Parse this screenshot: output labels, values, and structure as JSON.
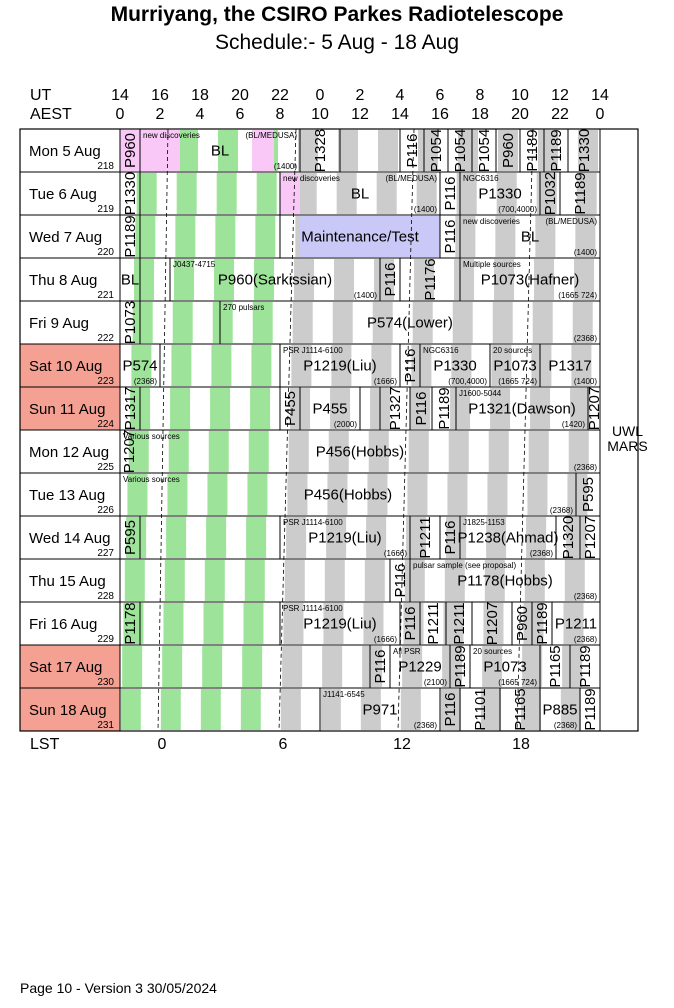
{
  "title": "Murriyang, the CSIRO Parkes Radiotelescope",
  "subtitle": "Schedule:- 5  Aug - 18 Aug",
  "axis": {
    "ut_label": "UT",
    "aest_label": "AEST",
    "lst_label": "LST",
    "ut_ticks": [
      "14",
      "16",
      "18",
      "20",
      "22",
      "0",
      "2",
      "4",
      "6",
      "8",
      "10",
      "12",
      "14"
    ],
    "aest_ticks": [
      "0",
      "2",
      "4",
      "6",
      "8",
      "10",
      "12",
      "14",
      "16",
      "18",
      "20",
      "22",
      "0"
    ],
    "lst_ticks": [
      "0",
      "6",
      "12",
      "18"
    ]
  },
  "side_note": {
    "line1": "UWL",
    "line2": "MARS"
  },
  "footer": "Page 10 - Version 3  30/05/2024",
  "colors": {
    "weekend": "#f4a092",
    "green": "#9ee39a",
    "grey": "#cccccc",
    "pink": "#f9c8f7",
    "lavender": "#c9c8f7"
  },
  "days": [
    {
      "label": "Mon  5  Aug",
      "doy": "218",
      "weekend": false,
      "grey": [
        3.2,
        5.2,
        12,
        13.4,
        15.4,
        17.4,
        19.4,
        21.4,
        23.4
      ],
      "green": [],
      "pink": [
        [
          0,
          3
        ],
        [
          6.6,
          7.7
        ]
      ],
      "lav": [],
      "blocks": [
        {
          "s": 0,
          "e": 1,
          "text": "P960",
          "v": true
        },
        {
          "s": 1,
          "e": 9,
          "text": "BL",
          "note": "new discoveries",
          "note2": "(BL/MEDUSA)",
          "code": "(1400)"
        },
        {
          "s": 9,
          "e": 11,
          "text": "P1328",
          "v": true
        },
        {
          "s": 11,
          "e": 14,
          "text": ""
        },
        {
          "s": 14,
          "e": 15.2,
          "text": "P116",
          "v": true
        },
        {
          "s": 15.2,
          "e": 16.4,
          "text": "P1054",
          "v": true
        },
        {
          "s": 16.4,
          "e": 17.6,
          "text": "P1054",
          "v": true
        },
        {
          "s": 17.6,
          "e": 18.8,
          "text": "P1054",
          "v": true
        },
        {
          "s": 18.8,
          "e": 20,
          "text": "P960",
          "v": true
        },
        {
          "s": 20,
          "e": 21.2,
          "text": "P1189",
          "v": true
        },
        {
          "s": 21.2,
          "e": 22.4,
          "text": "P1189",
          "v": true
        },
        {
          "s": 22.4,
          "e": 24,
          "text": "P1330",
          "v": true
        }
      ]
    },
    {
      "label": "Tue  6  Aug",
      "doy": "219",
      "weekend": false,
      "grey": [
        15.6,
        17.6,
        19.6,
        21.6,
        23.6
      ],
      "green": [],
      "pink": [
        [
          8,
          9
        ]
      ],
      "lav": [],
      "blocks": [
        {
          "s": 0,
          "e": 1,
          "text": "P1330",
          "v": true
        },
        {
          "s": 1,
          "e": 8,
          "text": ""
        },
        {
          "s": 8,
          "e": 16,
          "text": "BL",
          "note": "new discoveries",
          "note2": "(BL/MEDUSA)",
          "code": "(1400)"
        },
        {
          "s": 16,
          "e": 17,
          "text": "P116",
          "v": true
        },
        {
          "s": 17,
          "e": 21,
          "text": "P1330",
          "note": "NGC6316",
          "code": "(700,4000)"
        },
        {
          "s": 21,
          "e": 22,
          "text": "P1032",
          "v": true
        },
        {
          "s": 22,
          "e": 24,
          "text": "P1189",
          "v": true
        }
      ]
    },
    {
      "label": "Wed  7  Aug",
      "doy": "220",
      "weekend": false,
      "grey": [],
      "green": [],
      "pink": [],
      "lav": [
        [
          9,
          16
        ]
      ],
      "blocks": [
        {
          "s": 0,
          "e": 1,
          "text": "P1189",
          "v": true
        },
        {
          "s": 1,
          "e": 8,
          "text": ""
        },
        {
          "s": 8,
          "e": 16,
          "text": "Maintenance/Test"
        },
        {
          "s": 16,
          "e": 17,
          "text": "P116",
          "v": true
        },
        {
          "s": 17,
          "e": 24,
          "text": "BL",
          "note": "new discoveries",
          "note2": "(BL/MEDUSA)",
          "code": "(1400)"
        }
      ]
    },
    {
      "label": "Thu  8  Aug",
      "doy": "221",
      "weekend": false,
      "grey": [],
      "green": [],
      "pink": [],
      "lav": [],
      "blocks": [
        {
          "s": 0,
          "e": 1,
          "text": "BL"
        },
        {
          "s": 1,
          "e": 2.5,
          "text": ""
        },
        {
          "s": 2.5,
          "e": 13,
          "text": "P960(Sarkissian)",
          "note": "J0437-4715",
          "code": "(1400)"
        },
        {
          "s": 13,
          "e": 14,
          "text": "P116",
          "v": true
        },
        {
          "s": 14,
          "e": 17,
          "text": "P1176",
          "v": true
        },
        {
          "s": 17,
          "e": 24,
          "text": "P1073(Hafner)",
          "note": "Multiple sources",
          "code": "(1665 724)"
        }
      ]
    },
    {
      "label": "Fri   9  Aug",
      "doy": "222",
      "weekend": false,
      "grey": [],
      "green": [],
      "pink": [],
      "lav": [],
      "blocks": [
        {
          "s": 0,
          "e": 1,
          "text": "P1073",
          "v": true
        },
        {
          "s": 1,
          "e": 5,
          "text": ""
        },
        {
          "s": 5,
          "e": 24,
          "text": "P574(Lower)",
          "note": "270 pulsars",
          "code": "(2368)"
        }
      ]
    },
    {
      "label": "Sat  10 Aug",
      "doy": "223",
      "weekend": true,
      "grey": [],
      "green": [],
      "pink": [],
      "lav": [],
      "blocks": [
        {
          "s": 0,
          "e": 2,
          "text": "P574",
          "code": "(2368)"
        },
        {
          "s": 2,
          "e": 8,
          "text": ""
        },
        {
          "s": 8,
          "e": 14,
          "text": "P1219(Liu)",
          "note": "PSR J1114-6100",
          "code": "(1666)"
        },
        {
          "s": 14,
          "e": 15,
          "text": "P116",
          "v": true
        },
        {
          "s": 15,
          "e": 18.5,
          "text": "P1330",
          "note": "NGC6316",
          "code": "(700,4000)"
        },
        {
          "s": 18.5,
          "e": 21,
          "text": "P1073",
          "note": "20 sources",
          "code": "(1665 724)"
        },
        {
          "s": 21,
          "e": 24,
          "text": "P1317",
          "code": "(1400)"
        }
      ]
    },
    {
      "label": "Sun  11 Aug",
      "doy": "224",
      "weekend": true,
      "grey": [],
      "green": [],
      "pink": [],
      "lav": [],
      "blocks": [
        {
          "s": 0,
          "e": 1,
          "text": "P1317",
          "v": true
        },
        {
          "s": 1,
          "e": 8,
          "text": ""
        },
        {
          "s": 8,
          "e": 9,
          "text": "P455",
          "v": true
        },
        {
          "s": 9,
          "e": 12,
          "text": "P455",
          "code": "(2000)"
        },
        {
          "s": 12,
          "e": 13,
          "text": ""
        },
        {
          "s": 13,
          "e": 14.5,
          "text": "P1327",
          "v": true
        },
        {
          "s": 14.5,
          "e": 15.6,
          "text": "P116",
          "v": true
        },
        {
          "s": 15.6,
          "e": 16.8,
          "text": "P1189",
          "v": true
        },
        {
          "s": 16.8,
          "e": 23.4,
          "text": "P1321(Dawson)",
          "note": "J1600-5044",
          "code": "(1420)"
        },
        {
          "s": 23.4,
          "e": 24,
          "text": "P1207",
          "v": true
        }
      ]
    },
    {
      "label": "Mon  12 Aug",
      "doy": "225",
      "weekend": false,
      "grey": [],
      "green": [],
      "pink": [],
      "lav": [],
      "blocks": [
        {
          "s": 0,
          "e": 24,
          "text": "P456(Hobbs)",
          "note": "Various sources",
          "code": "(2368)",
          "lead": "P1207"
        }
      ]
    },
    {
      "label": "Tue  13 Aug",
      "doy": "226",
      "weekend": false,
      "grey": [],
      "green": [],
      "pink": [],
      "lav": [],
      "blocks": [
        {
          "s": 0,
          "e": 22.8,
          "text": "P456(Hobbs)",
          "note": "Various sources",
          "code": "(2368)"
        },
        {
          "s": 22.8,
          "e": 24,
          "text": "P595",
          "v": true
        }
      ]
    },
    {
      "label": "Wed  14 Aug",
      "doy": "227",
      "weekend": false,
      "grey": [],
      "green": [],
      "pink": [],
      "lav": [],
      "blocks": [
        {
          "s": 0,
          "e": 1,
          "text": "P595",
          "v": true
        },
        {
          "s": 1,
          "e": 8,
          "text": ""
        },
        {
          "s": 8,
          "e": 14.5,
          "text": "P1219(Liu)",
          "note": "PSR J1114-6100",
          "code": "(1666)"
        },
        {
          "s": 14.5,
          "e": 16,
          "text": "P1211",
          "v": true
        },
        {
          "s": 16,
          "e": 17,
          "text": "P116",
          "v": true
        },
        {
          "s": 17,
          "e": 21.8,
          "text": "P1238(Ahmad)",
          "note": "J1825-1153",
          "code": "(2368)"
        },
        {
          "s": 21.8,
          "e": 23,
          "text": "P1320",
          "v": true
        },
        {
          "s": 23,
          "e": 24,
          "text": "P1207",
          "v": true
        }
      ]
    },
    {
      "label": "Thu  15 Aug",
      "doy": "228",
      "weekend": false,
      "grey": [],
      "green": [],
      "pink": [],
      "lav": [],
      "blocks": [
        {
          "s": 0,
          "e": 13.5,
          "text": ""
        },
        {
          "s": 13.5,
          "e": 14.5,
          "text": "P116",
          "v": true
        },
        {
          "s": 14.5,
          "e": 24,
          "text": "P1178(Hobbs)",
          "note": "pulsar sample (see proposal)",
          "code": "(2368)"
        }
      ]
    },
    {
      "label": "Fri   16 Aug",
      "doy": "229",
      "weekend": false,
      "grey": [],
      "green": [],
      "pink": [],
      "lav": [],
      "blocks": [
        {
          "s": 0,
          "e": 1,
          "text": "P1178",
          "v": true
        },
        {
          "s": 1,
          "e": 8,
          "text": ""
        },
        {
          "s": 8,
          "e": 14,
          "text": "P1219(Liu)",
          "note": "PSR J1114-6100",
          "code": "(1666)"
        },
        {
          "s": 14,
          "e": 15,
          "text": "P116",
          "v": true
        },
        {
          "s": 15,
          "e": 16.3,
          "text": "P1211",
          "v": true
        },
        {
          "s": 16.3,
          "e": 17.6,
          "text": "P1211",
          "v": true
        },
        {
          "s": 17.6,
          "e": 19.6,
          "text": "P1207",
          "v": true
        },
        {
          "s": 19.6,
          "e": 20.6,
          "text": "P960",
          "v": true
        },
        {
          "s": 20.6,
          "e": 21.6,
          "text": "P1189",
          "v": true
        },
        {
          "s": 21.6,
          "e": 24,
          "text": "P1211",
          "code": "(2368)"
        }
      ]
    },
    {
      "label": "Sat  17 Aug",
      "doy": "230",
      "weekend": true,
      "grey": [],
      "green": [],
      "pink": [],
      "lav": [],
      "blocks": [
        {
          "s": 0,
          "e": 12.5,
          "text": ""
        },
        {
          "s": 12.5,
          "e": 13.5,
          "text": "P116",
          "v": true
        },
        {
          "s": 13.5,
          "e": 16.5,
          "text": "P1229",
          "note": "All PSR",
          "code": "(2100)"
        },
        {
          "s": 16.5,
          "e": 17.5,
          "text": "P1189",
          "v": true
        },
        {
          "s": 17.5,
          "e": 21,
          "text": "P1073",
          "note": "20 sources",
          "code": "(1665 724)"
        },
        {
          "s": 21,
          "e": 22.5,
          "text": "P1165",
          "v": true
        },
        {
          "s": 22.5,
          "e": 24,
          "text": "P1189",
          "v": true
        }
      ]
    },
    {
      "label": "Sun  18 Aug",
      "doy": "231",
      "weekend": true,
      "grey": [],
      "green": [],
      "pink": [],
      "lav": [],
      "blocks": [
        {
          "s": 0,
          "e": 10,
          "text": ""
        },
        {
          "s": 10,
          "e": 16,
          "text": "P971",
          "note": "J1141-6545",
          "code": "(2368)"
        },
        {
          "s": 16,
          "e": 17,
          "text": "P116",
          "v": true
        },
        {
          "s": 17,
          "e": 19,
          "text": "P1101",
          "v": true
        },
        {
          "s": 19,
          "e": 21,
          "text": "P1165",
          "v": true
        },
        {
          "s": 21,
          "e": 23,
          "text": "P885",
          "code": "(2368)"
        },
        {
          "s": 23,
          "e": 24,
          "text": "P1189",
          "v": true
        }
      ]
    }
  ]
}
